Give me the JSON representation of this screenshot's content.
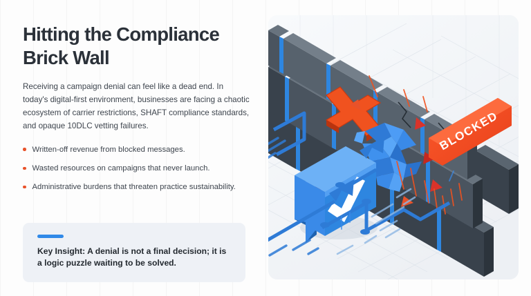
{
  "slide": {
    "title": "Hitting the Compliance\nBrick Wall",
    "intro": "Receiving a campaign denial can feel like a dead end. In today's digital-first environment, businesses are facing a chaotic ecosystem of carrier restrictions, SHAFT compliance standards, and opaque 10DLC vetting failures.",
    "bullets": [
      "Written-off revenue from blocked messages.",
      "Wasted resources on campaigns that never launch.",
      "Administrative burdens that threaten practice sustainability."
    ],
    "callout": {
      "text": "Key Insight: A denial is not a final decision; it is a logic puzzle waiting to be solved."
    }
  },
  "illustration": {
    "alt": "Isometric brick wall being shattered, with a BLOCKED sign and a blue approval speech bubble",
    "blocked_sign_label": "BLOCKED",
    "elements": [
      "brick-wall",
      "orange-x-mark",
      "shattered-blue-glass",
      "blocked-sign",
      "approval-speech-bubble",
      "checkmark",
      "circuit-path-arrows"
    ]
  },
  "colors": {
    "title": "#2b3139",
    "body": "#3d444d",
    "bullet_dot": "#e8522a",
    "accent_blue": "#3089e8",
    "callout_bg": "#eef1f6",
    "panel_bg": "#f3f5f8",
    "brick_top": "#5a6570",
    "brick_face": "#39424c",
    "brick_side": "#2c343c",
    "mortar_blue": "#2e86e0",
    "blocked_orange": "#f04a23",
    "glass_blue": "#3d90ee",
    "debris_red": "#d9332a"
  }
}
